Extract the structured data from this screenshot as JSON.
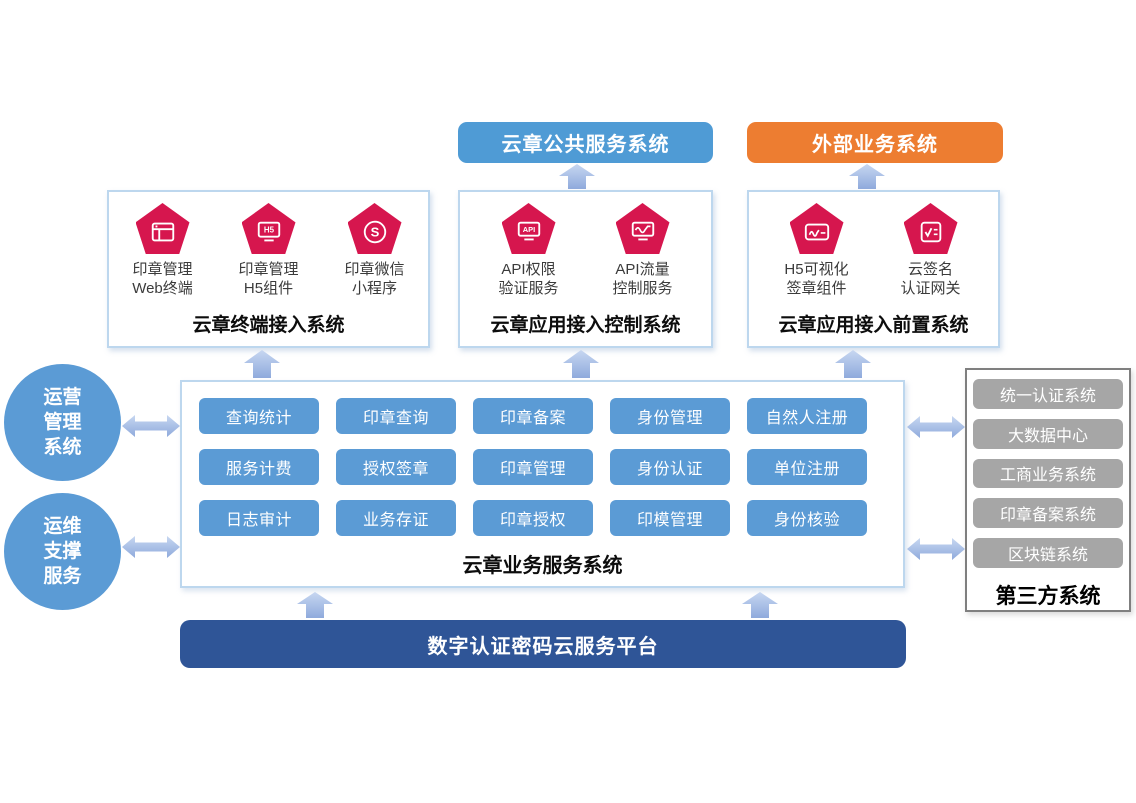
{
  "colors": {
    "header_blue": "#4f9bd5",
    "header_orange": "#ed7d31",
    "pentagon_crimson": "#d6164e",
    "button_blue": "#5b9bd5",
    "platform_navy": "#2f5597",
    "third_party_gray": "#a6a6a6",
    "card_border_blue": "#bdd7ee",
    "arrow_blue": "#8faadc"
  },
  "top_headers": {
    "public_service": "云章公共服务系统",
    "external_business": "外部业务系统"
  },
  "cards": [
    {
      "title": "云章终端接入系统",
      "items": [
        {
          "icon": "web-terminal-icon",
          "line1": "印章管理",
          "line2": "Web终端"
        },
        {
          "icon": "h5-component-icon",
          "line1": "印章管理",
          "line2": "H5组件"
        },
        {
          "icon": "wechat-miniprogram-icon",
          "line1": "印章微信",
          "line2": "小程序"
        }
      ]
    },
    {
      "title": "云章应用接入控制系统",
      "items": [
        {
          "icon": "api-auth-icon",
          "line1": "API权限",
          "line2": "验证服务"
        },
        {
          "icon": "api-flow-icon",
          "line1": "API流量",
          "line2": "控制服务"
        }
      ]
    },
    {
      "title": "云章应用接入前置系统",
      "items": [
        {
          "icon": "h5-visual-sign-icon",
          "line1": "H5可视化",
          "line2": "签章组件"
        },
        {
          "icon": "cloud-sign-gateway-icon",
          "line1": "云签名",
          "line2": "认证网关"
        }
      ]
    }
  ],
  "left_circles": [
    {
      "lines": [
        "运营",
        "管理",
        "系统"
      ]
    },
    {
      "lines": [
        "运维",
        "支撑",
        "服务"
      ]
    }
  ],
  "business": {
    "title": "云章业务服务系统",
    "rows": [
      [
        "查询统计",
        "印章查询",
        "印章备案",
        "身份管理",
        "自然人注册"
      ],
      [
        "服务计费",
        "授权签章",
        "印章管理",
        "身份认证",
        "单位注册"
      ],
      [
        "日志审计",
        "业务存证",
        "印章授权",
        "印模管理",
        "身份核验"
      ]
    ]
  },
  "third_party": {
    "title": "第三方系统",
    "items": [
      "统一认证系统",
      "大数据中心",
      "工商业务系统",
      "印章备案系统",
      "区块链系统"
    ]
  },
  "platform": {
    "label": "数字认证密码云服务平台"
  }
}
